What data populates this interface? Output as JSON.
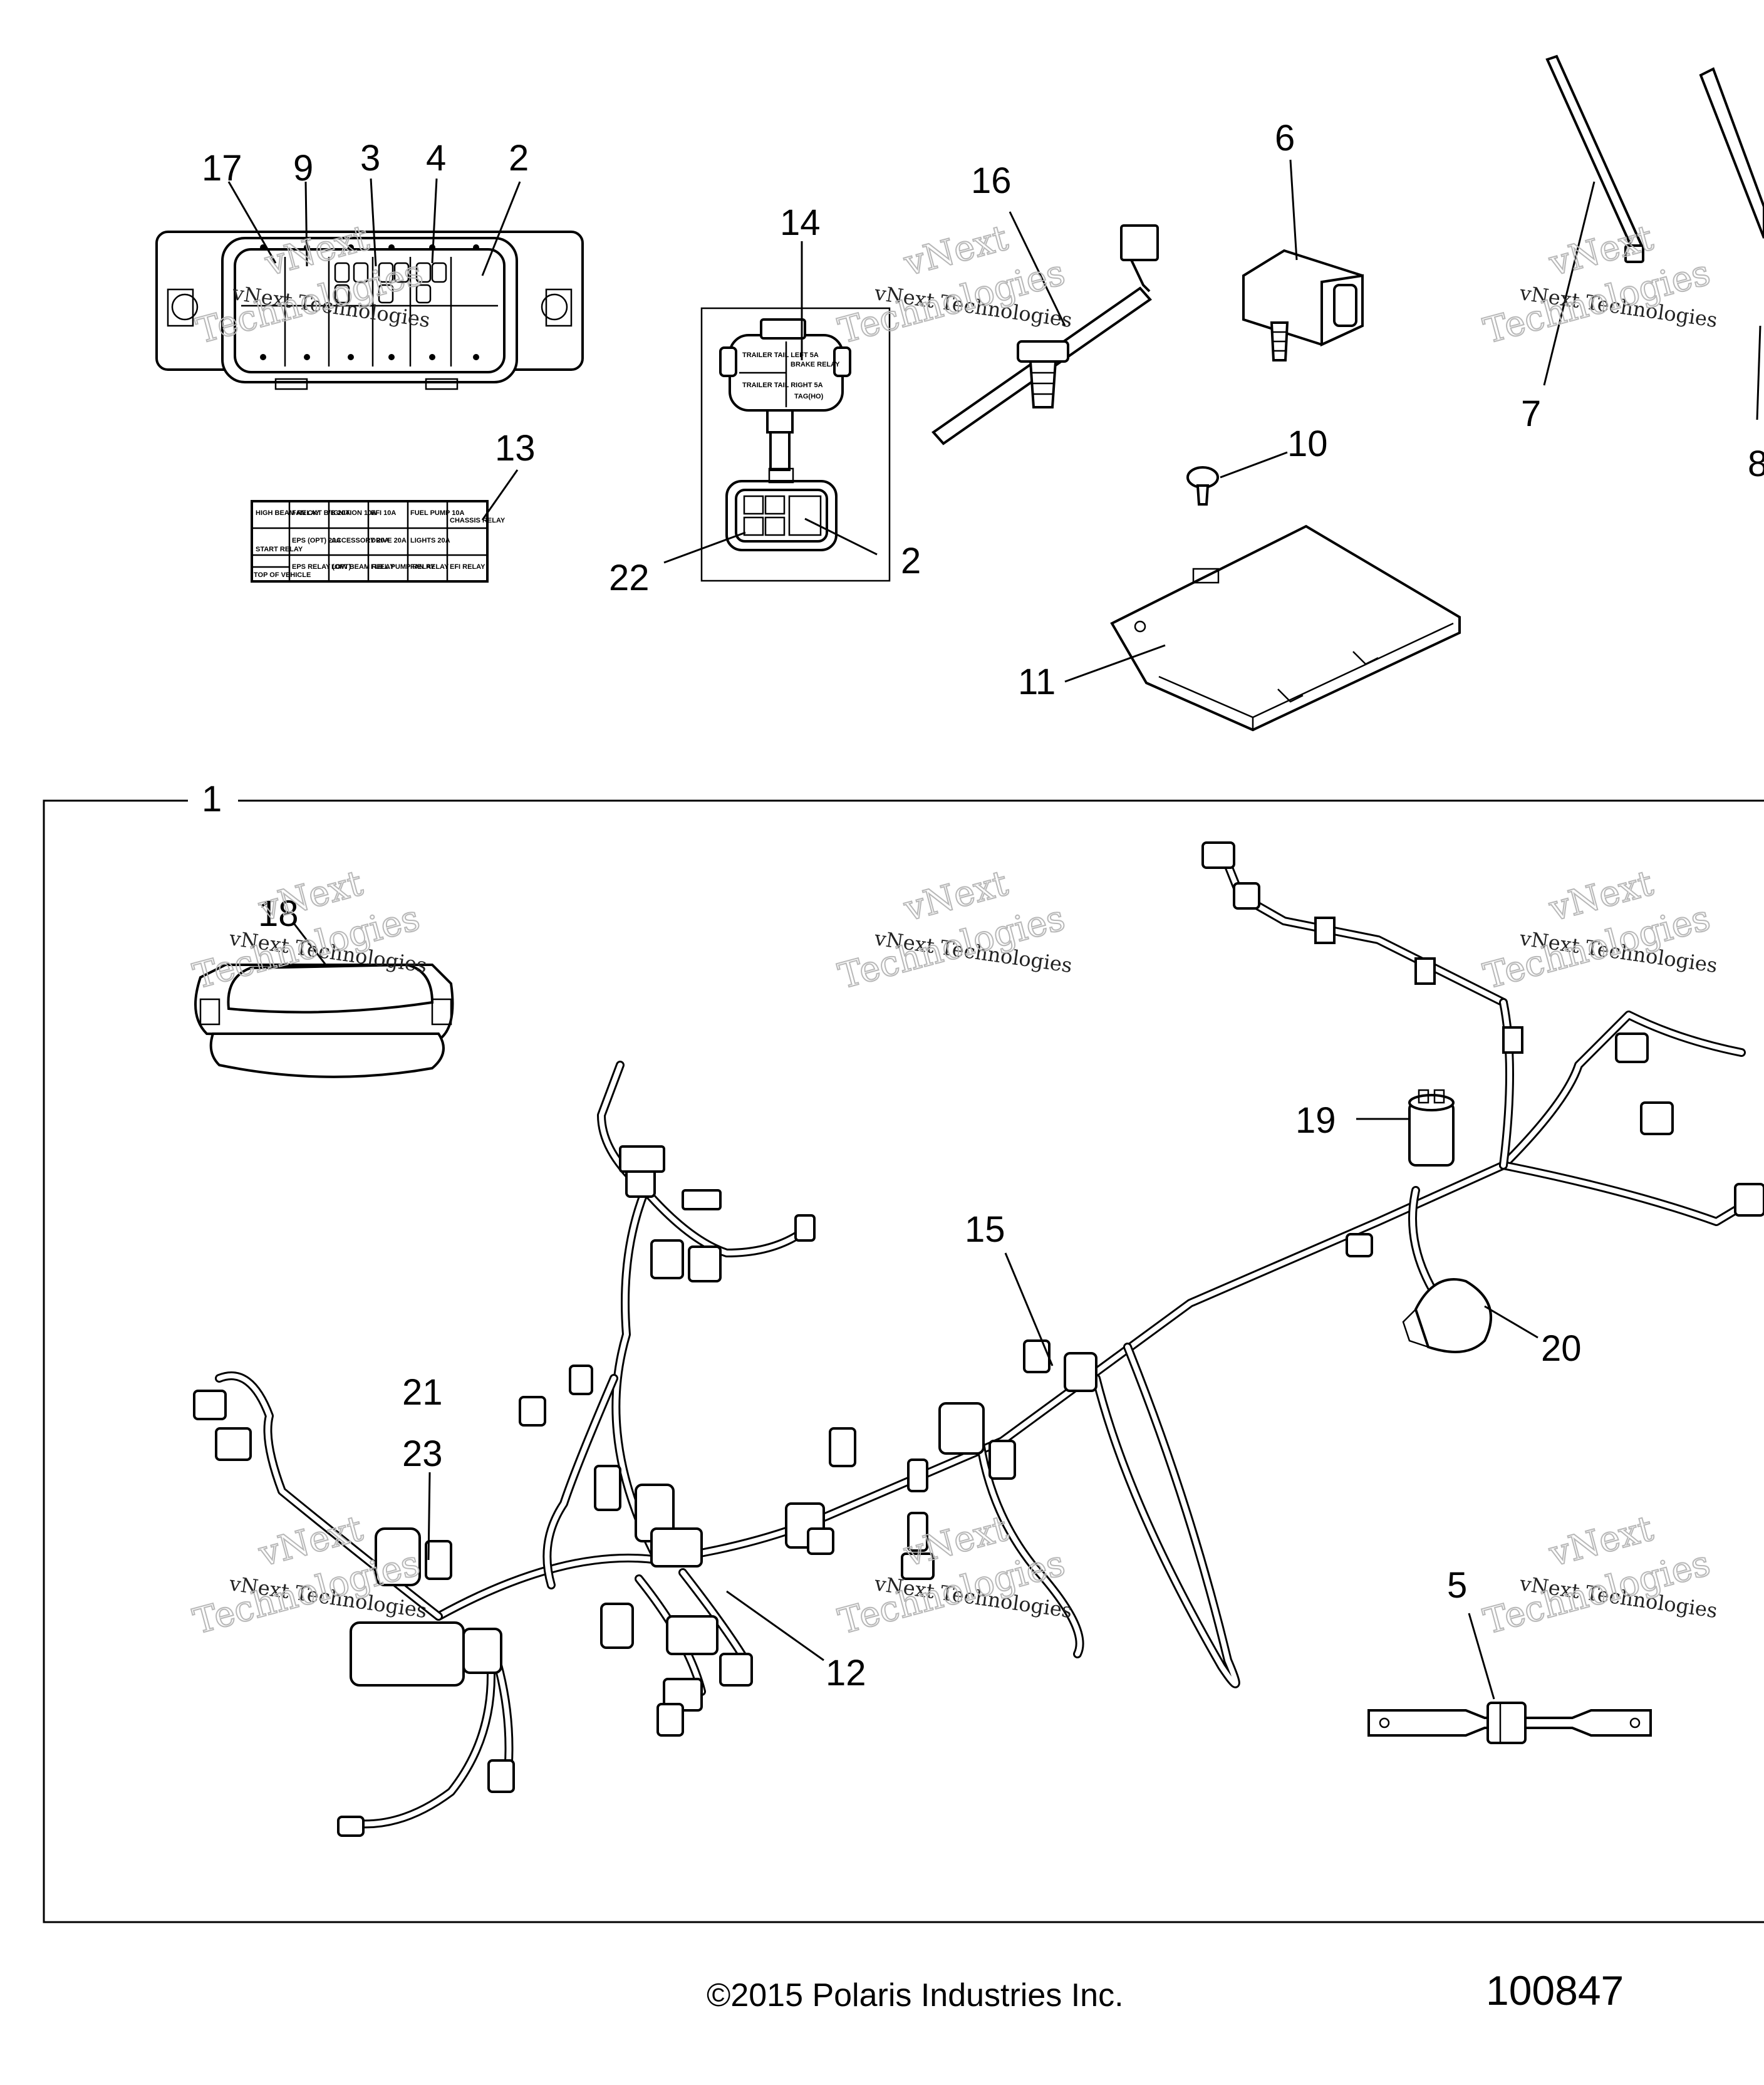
{
  "callouts": {
    "c17": "17",
    "c9": "9",
    "c3": "3",
    "c4": "4",
    "c2a": "2",
    "c13": "13",
    "c14": "14",
    "c22": "22",
    "c2b": "2",
    "c16": "16",
    "c6": "6",
    "c10": "10",
    "c11": "11",
    "c7": "7",
    "c8": "8",
    "c1": "1",
    "c18": "18",
    "c19": "19",
    "c15": "15",
    "c20": "20",
    "c21": "21",
    "c23": "23",
    "c12": "12",
    "c5": "5"
  },
  "fuse_label_13": {
    "cells": [
      "HIGH BEAM RELAY",
      "FAN CKT B/B 20A",
      "IGNITION 10A",
      "EFI 10A",
      "FUEL PUMP 10A",
      "CHASSIS RELAY",
      "EPS (OPT) 20A",
      "ACCESSORY 20A",
      "DRIVE 20A",
      "LIGHTS 20A",
      "START RELAY",
      "EPS RELAY (OPT)",
      "LOW BEAM RELAY",
      "FUEL PUMP RELAY",
      "FAN RELAY",
      "EFI RELAY",
      "TOP OF VEHICLE"
    ]
  },
  "relay_14": {
    "cells": [
      "TRAILER TAIL LEFT 5A",
      "BRAKE RELAY",
      "TRAILER TAIL RIGHT 5A",
      "TAG(HO)"
    ]
  },
  "watermark": {
    "line1": "vNext Technologies",
    "line2": "vNext",
    "line3": "Technologies"
  },
  "footer": {
    "copyright": "©2015 Polaris Industries Inc.",
    "diagram_number": "100847"
  }
}
